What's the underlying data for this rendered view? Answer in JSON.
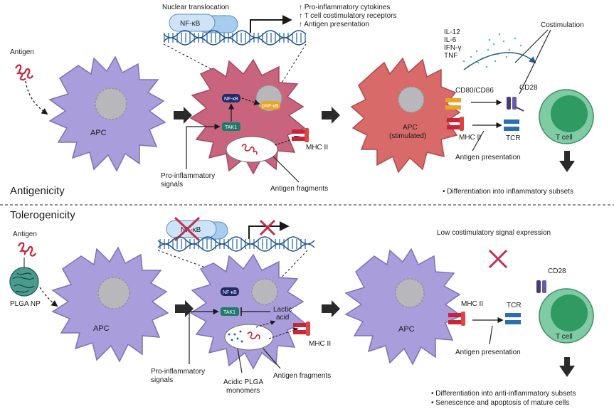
{
  "sections": {
    "antigenicity": "Antigenicity",
    "tolerogenicity": "Tolerogenicity"
  },
  "top": {
    "antigen": "Antigen",
    "apc": "APC",
    "nuclear_translocation": "Nuclear translocation",
    "nfkb": "NF-κB",
    "effects": [
      "↑ Pro-inflammatory cytokines",
      "↑ T cell costimulatory receptors",
      "↑ Antigen presentation"
    ],
    "cell_nfkb": "NF-κB",
    "cell_pnfkb": "pNF-κB",
    "tak1": "TAK1",
    "pro_inflammatory_line1": "Pro-inflammatory",
    "pro_inflammatory_line2": "signals",
    "antigen_fragments": "Antigen fragments",
    "mhc2": "MHC II",
    "cytokines": [
      "IL-12",
      "IL-6",
      "IFN-γ",
      "TNF"
    ],
    "costimulation": "Costimulation",
    "apc_stim_line1": "APC",
    "apc_stim_line2": "(stimulated)",
    "cd80": "CD80/CD86",
    "cd28": "CD28",
    "mhc2_b": "MHC II",
    "tcr": "TCR",
    "tcell": "T cell",
    "antigen_presentation": "Antigen presentation",
    "outcome": "• Differentiation into inflammatory subsets"
  },
  "bottom": {
    "antigen": "Antigen",
    "plga_np": "PLGA NP",
    "apc": "APC",
    "nfkb": "NF-κB",
    "cell_nfkb": "NF-κB",
    "tak1": "TAK1",
    "lactic_line1": "Lactic",
    "lactic_line2": "acid",
    "pro_inflammatory_line1": "Pro-inflammatory",
    "pro_inflammatory_line2": "signals",
    "acidic_line1": "Acidic PLGA",
    "acidic_line2": "monomers",
    "antigen_fragments": "Antigen fragments",
    "mhc2": "MHC II",
    "low_costim": "Low costimulatory signal expression",
    "apc2": "APC",
    "mhc2_b": "MHC II",
    "tcr": "TCR",
    "cd28": "CD28",
    "tcell": "T cell",
    "antigen_presentation": "Antigen presentation",
    "outcome1": "• Differentiation into anti-inflammatory subsets",
    "outcome2": "• Senescence and apoptosis of mature cells"
  },
  "colors": {
    "apc_purple": "#a99ddb",
    "apc_pink": "#c9647f",
    "apc_red": "#d96a6a",
    "tcell_green": "#3da474",
    "dna_blue": "#2b6cb0",
    "cross_red": "#c0304a"
  }
}
